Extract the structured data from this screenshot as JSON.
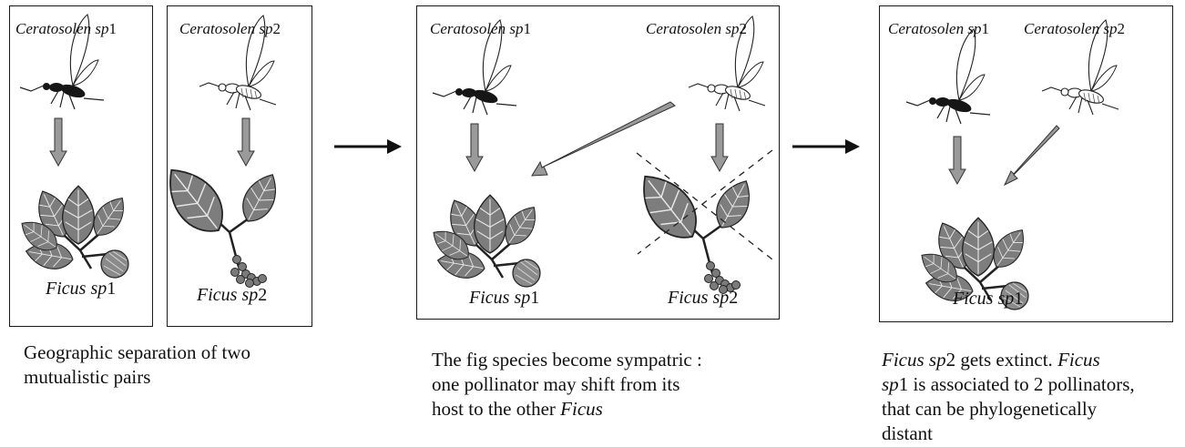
{
  "stage1": {
    "panel_a": {
      "insect_genus": "Ceratosolen",
      "insect_sp": "sp",
      "insect_num": "1",
      "fig_genus": "Ficus",
      "fig_sp": "sp",
      "fig_num": "1"
    },
    "panel_b": {
      "insect_genus": "Ceratosolen",
      "insect_sp": "sp",
      "insect_num": "2",
      "fig_genus": "Ficus",
      "fig_sp": "sp",
      "fig_num": "2"
    },
    "caption_line1": "Geographic separation of two",
    "caption_line2": "mutualistic pairs"
  },
  "stage2": {
    "insect1_genus": "Ceratosolen",
    "insect1_sp": "sp",
    "insect1_num": "1",
    "insect2_genus": "Ceratosolen",
    "insect2_sp": "sp",
    "insect2_num": "2",
    "fig1_genus": "Ficus",
    "fig1_sp": "sp",
    "fig1_num": "1",
    "fig2_genus": "Ficus",
    "fig2_sp": "sp",
    "fig2_num": "2",
    "caption_line1": "The fig species become sympatric :",
    "caption_line2": "one pollinator may shift from its",
    "caption_line3_text": "host to the other ",
    "caption_line3_italic": "Ficus"
  },
  "stage3": {
    "insect1_genus": "Ceratosolen",
    "insect1_sp": "sp",
    "insect1_num": "1",
    "insect2_genus": "Ceratosolen",
    "insect2_sp": "sp",
    "insect2_num": "2",
    "fig_genus": "Ficus",
    "fig_sp": "sp",
    "fig_num": "1",
    "caption_l1_it": "Ficus sp",
    "caption_l1_num": "2",
    "caption_l1_text": " gets extinct. ",
    "caption_l1_it2": "Ficus",
    "caption_l2_it": "sp",
    "caption_l2_text": "1 is associated to 2 pollinators,",
    "caption_line3": "that can be phylogenetically",
    "caption_line4": "distant"
  },
  "colors": {
    "arrow_fill": "#9a9a9a",
    "leaf_fill": "#7d7d7d",
    "wasp_dark": "#161616"
  }
}
